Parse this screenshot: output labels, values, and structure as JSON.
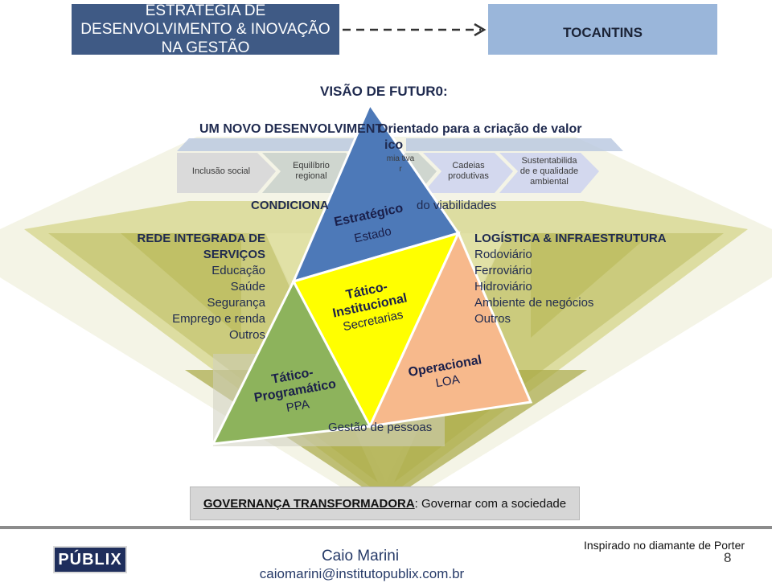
{
  "header": {
    "title_left": "ESTRATÉGIA DE DESENVOLVIMENTO & INOVAÇÃO NA GESTÃO",
    "title_right": "TOCANTINS"
  },
  "vision": {
    "label": "VISÃO DE FUTUR0:",
    "line1_left": "UM NOVO DESENVOLVIMENT",
    "line1_right": "Orientado para a criação de valor",
    "line2_fragment": "ico"
  },
  "pillars": [
    {
      "text": "Inclusão social"
    },
    {
      "text": "Equilíbrio regional"
    },
    {
      "text": "mia tiva r"
    },
    {
      "text": "Cadeias produtivas"
    },
    {
      "text": "Sustentabilida de e qualidade ambiental"
    }
  ],
  "conditions": {
    "left": "CONDICIONA",
    "right": "do viabilidades"
  },
  "left_list": {
    "title1": "REDE INTEGRADA DE",
    "title2": "SERVIÇOS",
    "items": [
      "Educação",
      "Saúde",
      "Segurança",
      "Emprego e renda",
      "Outros"
    ]
  },
  "right_list": {
    "title": "LOGÍSTICA & INFRAESTRUTURA",
    "items": [
      "Rodoviário",
      "Ferroviário",
      "Hidroviário",
      "Ambiente de negócios",
      "Outros"
    ]
  },
  "pyramid": {
    "top_title": "Estratégico",
    "top_sub": "Estado",
    "center_title1": "Tático-",
    "center_title2": "Institucional",
    "center_sub": "Secretarias",
    "left_title1": "Tático-",
    "left_title2": "Programático",
    "left_sub": "PPA",
    "right_title": "Operacional",
    "right_sub": "LOA",
    "bottom_label": "Gestão de pessoas"
  },
  "governance": {
    "bold": "GOVERNANÇA TRANSFORMADORA",
    "rest": ": Governar com a sociedade"
  },
  "footer": {
    "logo_text": "PÚBLIX",
    "author": "Caio Marini",
    "email": "caiomarini@institutopublix.com.br",
    "inspired": "Inspirado no diamante de Porter",
    "page": "8"
  },
  "colors": {
    "header_left_bg": "#3f5a85",
    "header_right_bg": "#9ab6da",
    "diamond_olive": "#d6d68a",
    "pyramid_blue": "#4d79b8",
    "pyramid_yellow": "#ffff00",
    "pyramid_green": "#8db35c",
    "pyramid_salmon": "#f7b98c"
  }
}
